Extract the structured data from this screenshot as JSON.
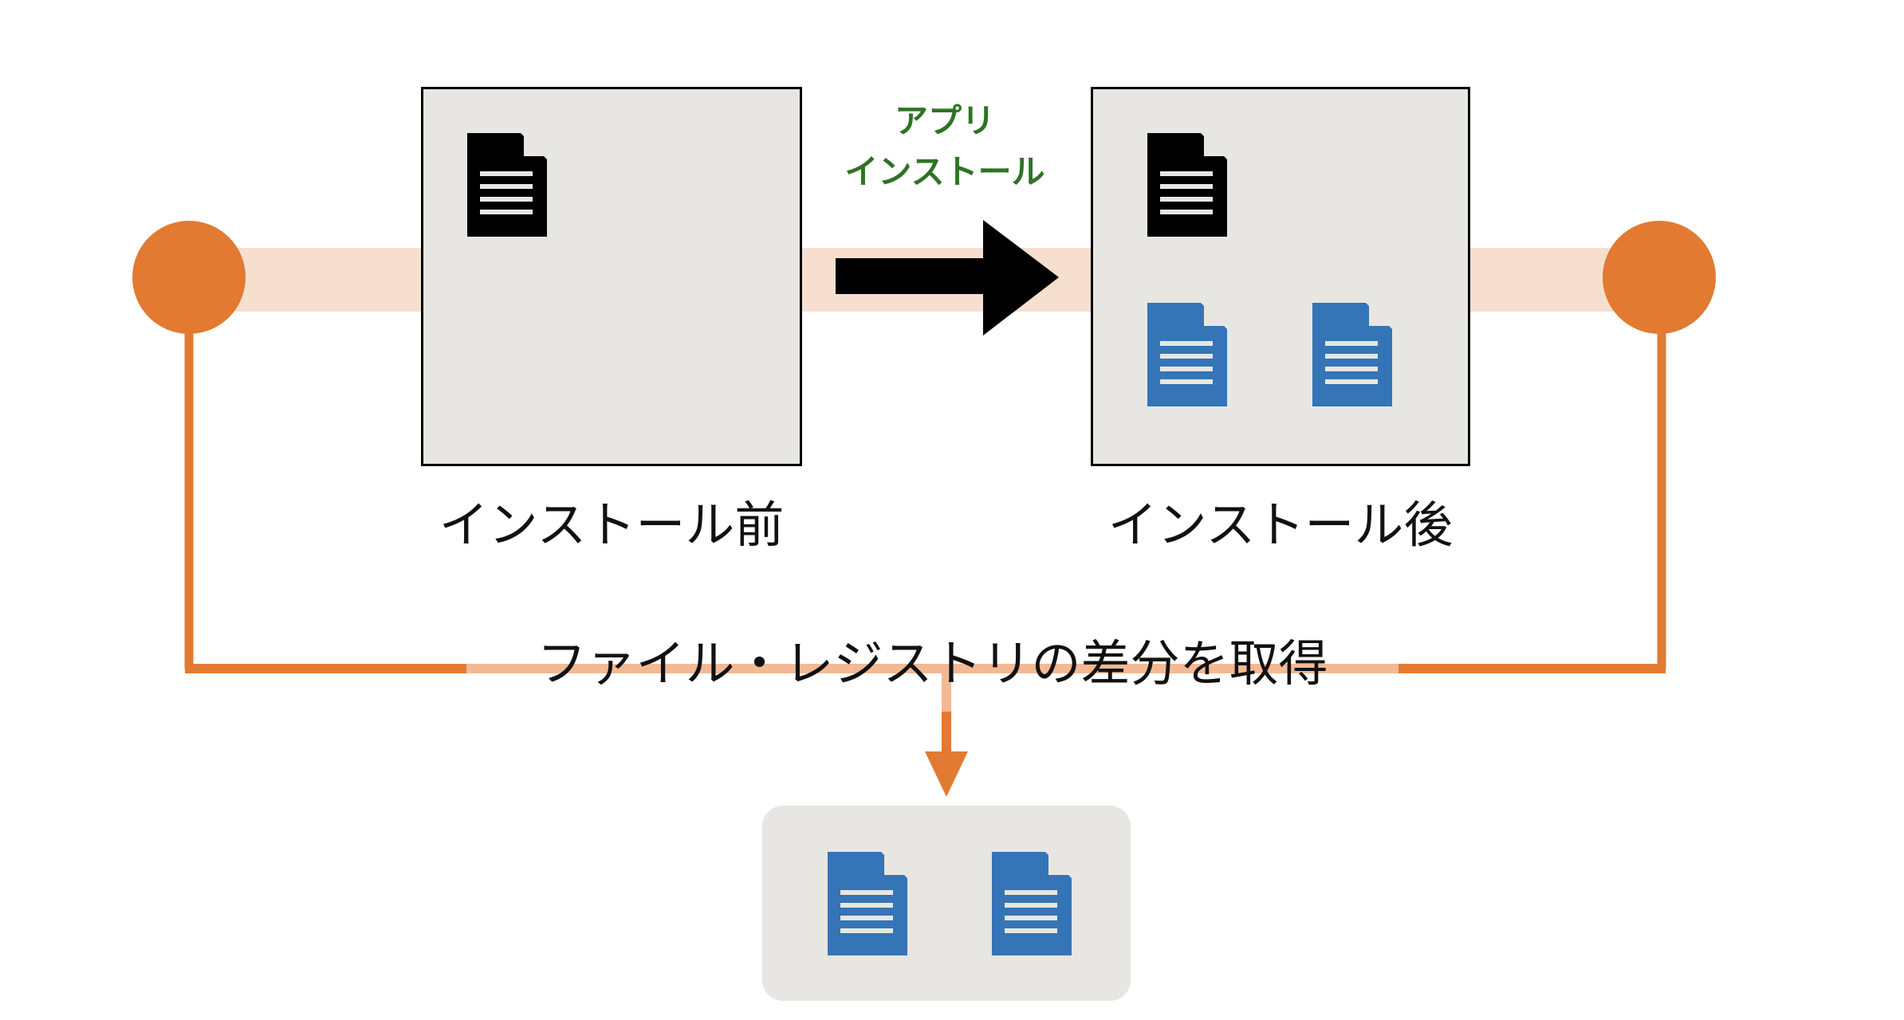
{
  "diagram": {
    "before_label": "インストール前",
    "after_label": "インストール後",
    "action_label_line1": "アプリ",
    "action_label_line2": "インストール",
    "diff_label": "ファイル・レジストリの差分を取得"
  },
  "colors": {
    "accent_orange": "#e27a31",
    "band_light": "#f7dfcf",
    "line_light": "#f2b994",
    "box_fill": "#e7e6e2",
    "green_text": "#2f7325",
    "file_black": "#000000",
    "file_blue": "#3574b6"
  },
  "icons": {
    "existing_file": "document-icon-black",
    "new_file": "document-icon-blue"
  }
}
